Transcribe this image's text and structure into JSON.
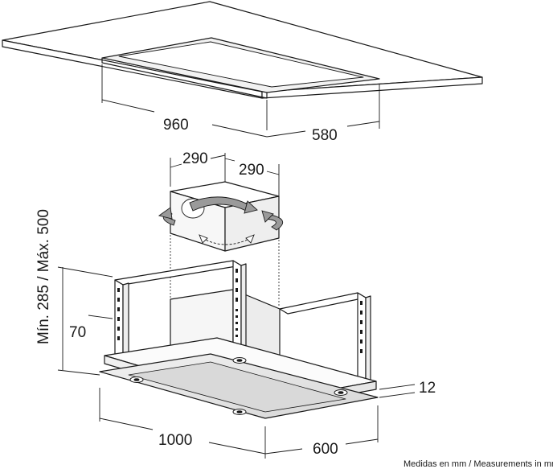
{
  "dimensions": {
    "ceiling_width": "960",
    "ceiling_depth": "580",
    "duct_width": "290",
    "duct_depth": "290",
    "height_range": "Mín. 285 / Máx. 500",
    "frame_height": "70",
    "thickness": "12",
    "hood_width": "1000",
    "hood_depth": "600"
  },
  "footer_note": "Medidas en mm / Measurements in mm",
  "colors": {
    "line": "#1a1a1a",
    "arrow_fill": "#9a9a9a",
    "panel_fill": "#f4f4f4"
  }
}
